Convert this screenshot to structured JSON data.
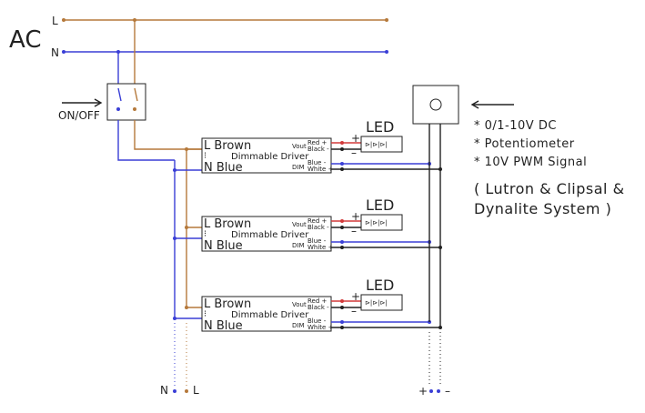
{
  "labels": {
    "ac": "AC",
    "line": "L",
    "neutral": "N",
    "switch": "ON/OFF",
    "bottom_n": "N",
    "bottom_l": "L",
    "bottom_plus": "+",
    "bottom_minus": "–"
  },
  "drivers": [
    {
      "brown": "L Brown",
      "title": "Dimmable Driver",
      "blue": "N Blue",
      "vout": "Vout",
      "dim": "DIM",
      "red": "Red  +",
      "black": "Black -",
      "blue_out": "Blue -",
      "white": "White +",
      "led": "LED"
    },
    {
      "brown": "L Brown",
      "title": "Dimmable Driver",
      "blue": "N Blue",
      "vout": "Vout",
      "dim": "DIM",
      "red": "Red  +",
      "black": "Black -",
      "blue_out": "Blue -",
      "white": "White +",
      "led": "LED"
    },
    {
      "brown": "L Brown",
      "title": "Dimmable Driver",
      "blue": "N Blue",
      "vout": "Vout",
      "dim": "DIM",
      "red": "Red  +",
      "black": "Black -",
      "blue_out": "Blue -",
      "white": "White +",
      "led": "LED"
    }
  ],
  "led_plus": "+",
  "led_minus": "–",
  "control_notes": [
    "* 0/1-10V DC",
    "* Potentiometer",
    "* 10V PWM Signal"
  ],
  "systems": [
    "( Lutron &  Clipsal &",
    "Dynalite  System )"
  ],
  "colors": {
    "live": "#b5793b",
    "neutral": "#3a3fd6",
    "signal": "#222222",
    "led_positive": "#d23a3a"
  }
}
